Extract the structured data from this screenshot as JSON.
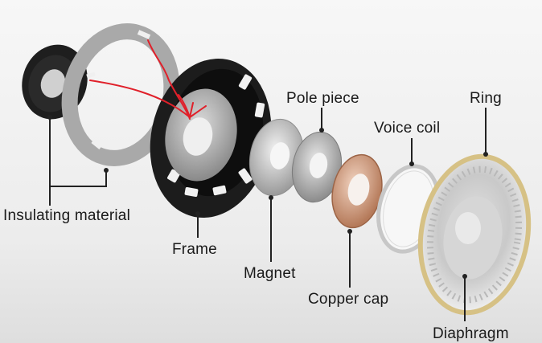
{
  "diagram": {
    "labels": {
      "insulating_material": "Insulating material",
      "frame": "Frame",
      "magnet": "Magnet",
      "pole_piece": "Pole piece",
      "voice_coil": "Voice coil",
      "copper_cap": "Copper cap",
      "ring": "Ring",
      "diaphragm": "Diaphragm"
    },
    "colors": {
      "frame": "#1c1c1c",
      "ring": "#d8c48a",
      "copper": "#c79476",
      "annotation": "#e0202a"
    }
  }
}
